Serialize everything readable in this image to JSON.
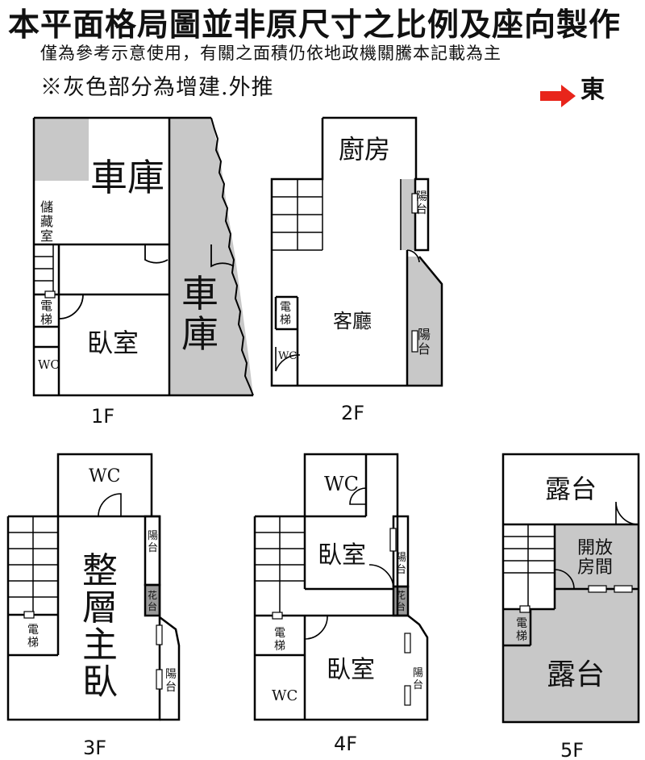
{
  "header": {
    "title": "本平面格局圖並非原尺寸之比例及座向製作",
    "subtitle": "僅為參考示意使用，有關之面積仍依地政機關騰本記載為主",
    "note": "※灰色部分為增建.外推",
    "east_label": "東",
    "east_arrow_color": "#e8251b"
  },
  "colors": {
    "gray_area": "#c8c8c8",
    "wall": "#000000"
  },
  "floors": {
    "f1": {
      "name": "1F",
      "garage_top": "車庫",
      "garage_side": "車庫",
      "storage": "儲藏室",
      "elevator": "電梯",
      "bedroom": "臥室",
      "wc": "WC"
    },
    "f2": {
      "name": "2F",
      "kitchen": "廚房",
      "balcony_small": "陽台",
      "elevator": "電梯",
      "living": "客廳",
      "balcony": "陽台",
      "wc": "WC"
    },
    "f3": {
      "name": "3F",
      "wc": "WC",
      "balcony": "陽台",
      "flower": "花台",
      "elevator": "電梯",
      "master": "整層主臥",
      "balcony_lower": "陽台"
    },
    "f4": {
      "name": "4F",
      "wc_top": "WC",
      "bedroom_top": "臥室",
      "balcony": "陽台",
      "flower": "花台",
      "elevator": "電梯",
      "bedroom": "臥室",
      "wc": "WC",
      "balcony_lower": "陽台"
    },
    "f5": {
      "name": "5F",
      "terrace_top": "露台",
      "open_room": "開放房間",
      "elevator": "電梯",
      "terrace": "露台"
    }
  }
}
